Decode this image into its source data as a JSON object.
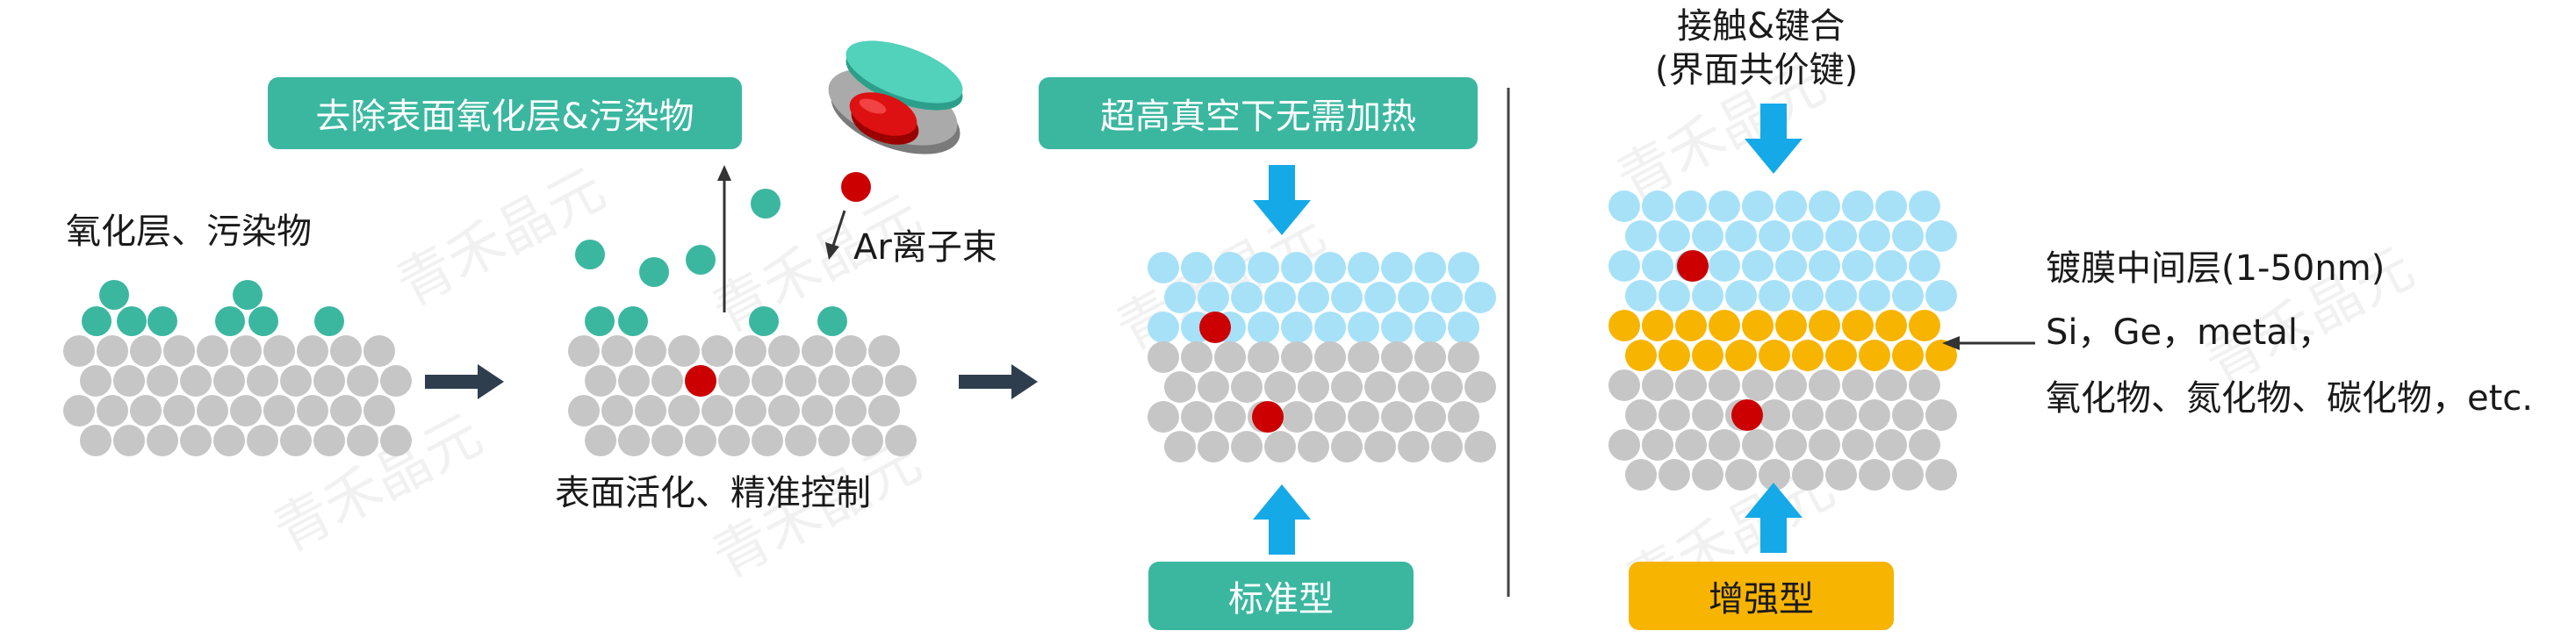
{
  "colors": {
    "teal": "#3bb7a0",
    "gray": "#c6c6c6",
    "red": "#cc0000",
    "light_blue": "#a7e1f8",
    "yellow": "#f7b400",
    "arrow_blue": "#15a9e8",
    "dark_arrow": "#2f3e4e",
    "divider": "#444444"
  },
  "icons": {
    "ion_gun": "ion-gun-icon",
    "process_arrow": "process-arrow-icon",
    "press_arrow": "press-arrow-icon"
  },
  "labels": {
    "remove_oxide": "去除表面氧化层&污染物",
    "oxide_contaminants": "氧化层、污染物",
    "ar_ion_beam": "Ar离子束",
    "surface_activation": "表面活化、精准控制",
    "no_heating": "超高真空下无需加热",
    "standard_type": "标准型",
    "contact_bond_line1": "接触&键合",
    "contact_bond_line2": "(界面共价键)",
    "enhanced_type": "增强型",
    "interlayer_title": "镀膜中间层(1-50nm)",
    "interlayer_materials": "Si，Ge，metal，",
    "interlayer_compounds": "氧化物、氮化物、碳化物，etc."
  },
  "watermark": "青禾晶元"
}
